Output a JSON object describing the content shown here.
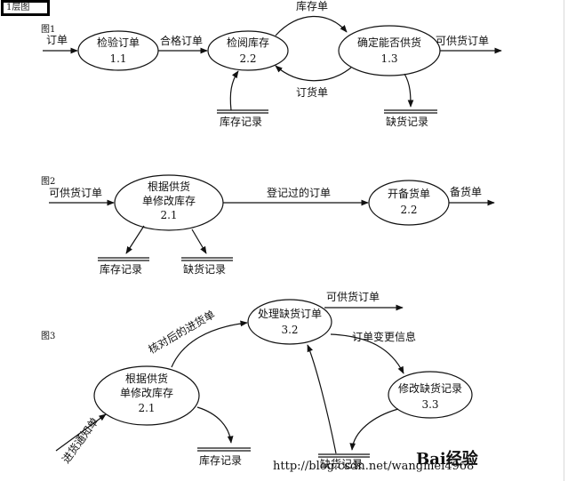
{
  "header": {
    "title": "1层图"
  },
  "figures": [
    {
      "label": "图1",
      "processes": [
        {
          "name": "检验订单",
          "id": "1.1"
        },
        {
          "name": "检阅库存",
          "id": "2.2"
        },
        {
          "name": "确定能否供货",
          "id": "1.3"
        }
      ],
      "flows": [
        "订单",
        "合格订单",
        "库存单",
        "订货单",
        "可供货订单"
      ],
      "stores": [
        "库存记录",
        "缺货记录"
      ]
    },
    {
      "label": "图2",
      "processes": [
        {
          "name_line1": "根据供货",
          "name_line2": "单修改库存",
          "id": "2.1"
        },
        {
          "name": "开备货单",
          "id": "2.2"
        }
      ],
      "flows": [
        "可供货订单",
        "登记过的订单",
        "备货单"
      ],
      "stores": [
        "库存记录",
        "缺货记录"
      ]
    },
    {
      "label": "图3",
      "processes": [
        {
          "name": "处理缺货订单",
          "id": "3.2"
        },
        {
          "name": "修改缺货记录",
          "id": "3.3"
        },
        {
          "name_line1": "根据供货",
          "name_line2": "单修改库存",
          "id": "2.1"
        }
      ],
      "flows": [
        "可供货订单",
        "核对后的进货单",
        "订单变更信息",
        "进货通知单"
      ],
      "stores": [
        "库存记录",
        "缺货记录"
      ]
    }
  ],
  "watermark": {
    "brand": "Bai经验",
    "url": "http://blog.csdn.net/wangmei4968"
  }
}
